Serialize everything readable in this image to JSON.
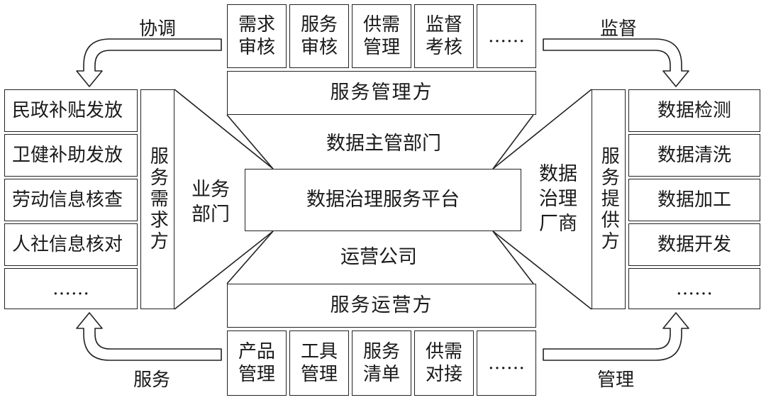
{
  "top_row": [
    "需求\n审核",
    "服务\n审核",
    "供需\n管理",
    "监督\n考核",
    "……"
  ],
  "bottom_row": [
    "产品\n管理",
    "工具\n管理",
    "服务\n清单",
    "供需\n对接",
    "……"
  ],
  "service_manager": "服务管理方",
  "service_operator": "服务运营方",
  "data_authority": "数据主管部门",
  "operator_company": "运营公司",
  "platform": "数据治理服务平台",
  "left_list": [
    "民政补贴发放",
    "卫健补助发放",
    "劳动信息核查",
    "人社信息核对",
    "……"
  ],
  "right_list": [
    "数据检测",
    "数据清洗",
    "数据加工",
    "数据开发",
    "……"
  ],
  "demand_side": "服务需求方",
  "provider_side": "服务提供方",
  "business_dept": "业务\n部门",
  "vendor": "数据\n治理\n厂商",
  "arrows": {
    "top_left": "协调",
    "top_right": "监督",
    "bottom_left": "服务",
    "bottom_right": "管理"
  }
}
